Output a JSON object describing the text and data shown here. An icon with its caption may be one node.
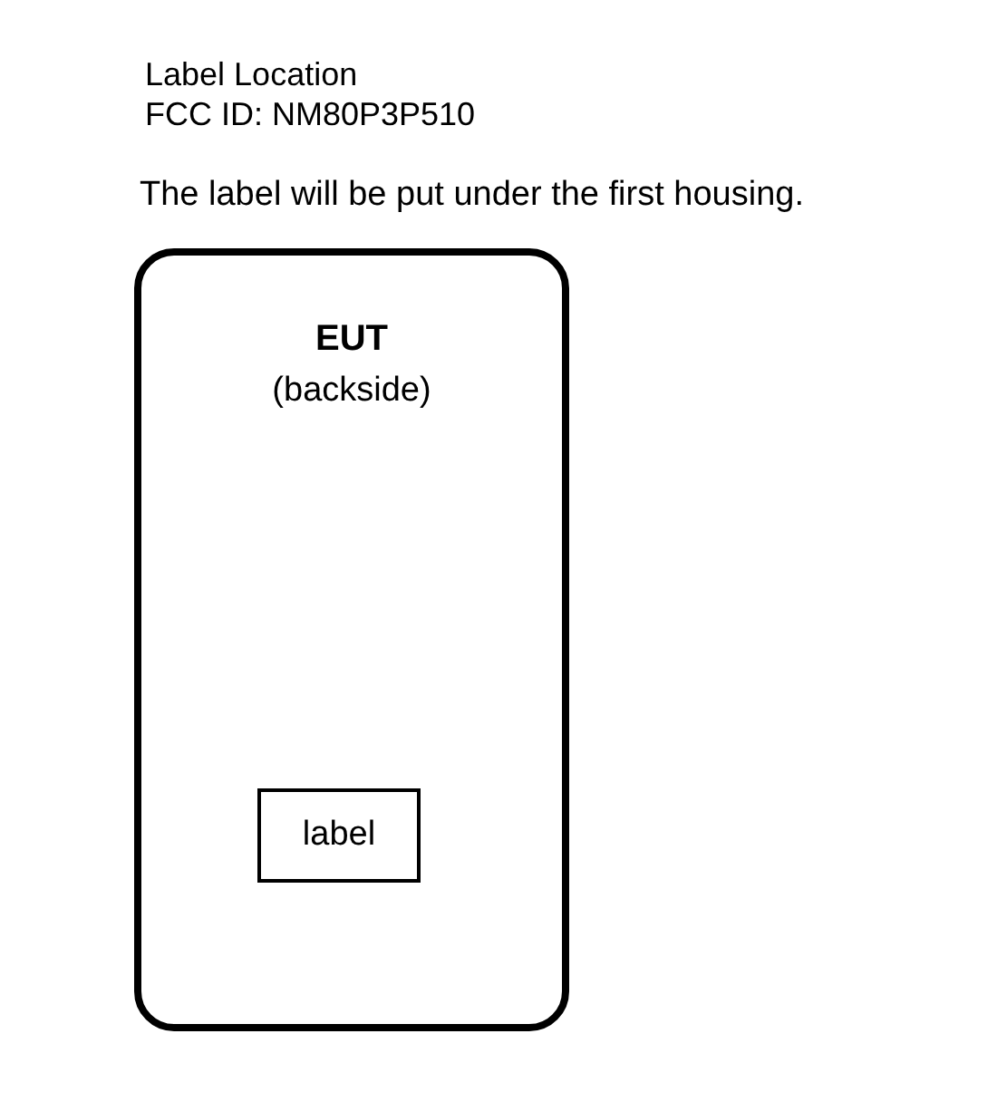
{
  "diagram": {
    "title": "Label Location",
    "nodes": [
      {
        "text": [
          "EUT",
          "(backside)"
        ]
      },
      {
        "text": [
          "label"
        ],
        "in": 0
      }
    ],
    "labels": [
      "FCC ID: NM80P3P510",
      "The label will be put under the first housing."
    ]
  }
}
